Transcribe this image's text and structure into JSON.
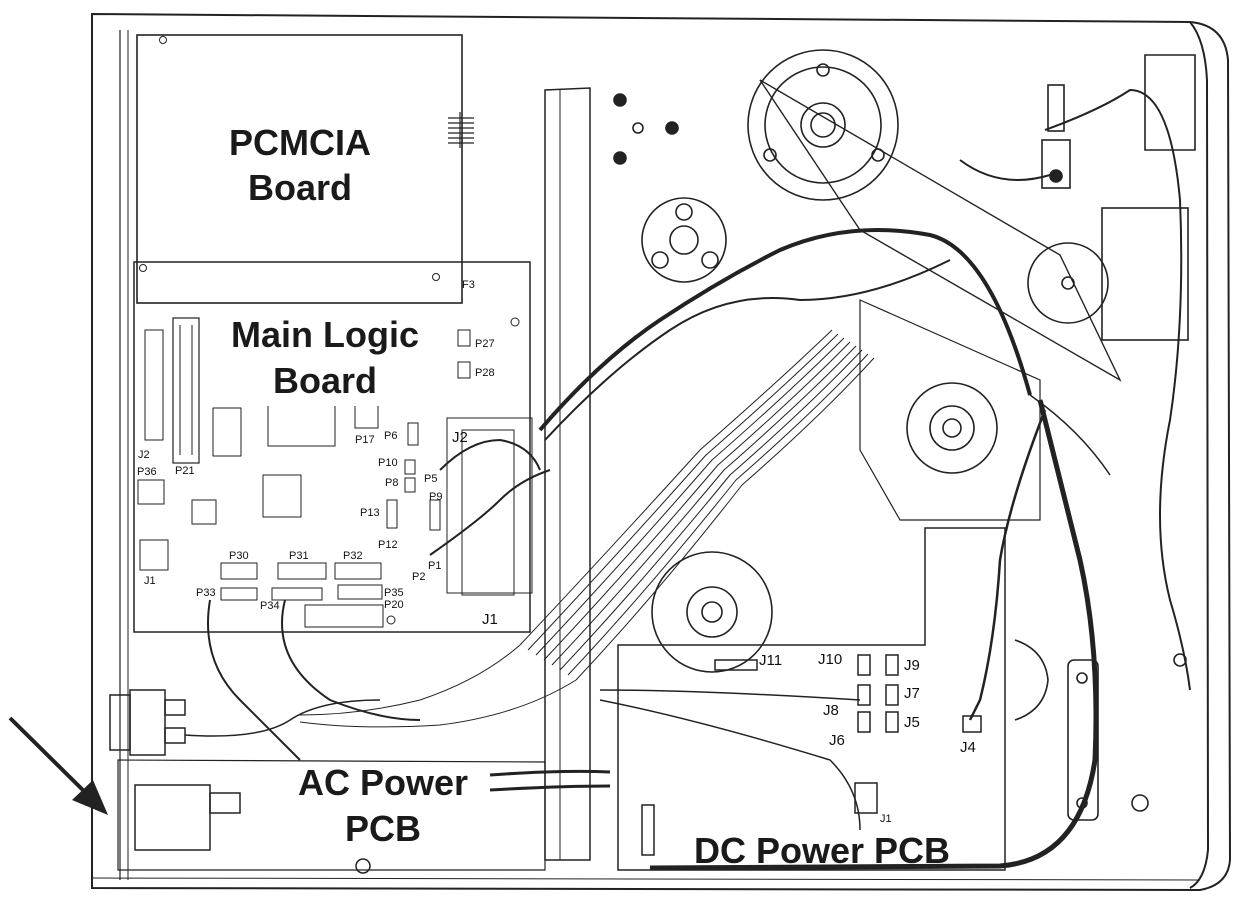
{
  "main_labels": {
    "pcmcia_line1": "PCMCIA",
    "pcmcia_line2": "Board",
    "logic_line1": "Main Logic",
    "logic_line2": "Board",
    "ac_line1": "AC Power",
    "ac_line2": "PCB",
    "dc": "DC Power PCB"
  },
  "connectors": {
    "f3": "F3",
    "p27": "P27",
    "p28": "P28",
    "j2_top": "J2",
    "j2_left": "J2",
    "p36": "P36",
    "p21": "P21",
    "p17": "P17",
    "p6": "P6",
    "p10": "P10",
    "p8": "P8",
    "p5": "P5",
    "p9": "P9",
    "p13": "P13",
    "p12": "P12",
    "p1": "P1",
    "p2": "P2",
    "j1_left": "J1",
    "p30": "P30",
    "p31": "P31",
    "p32": "P32",
    "p33": "P33",
    "p34": "P34",
    "p35": "P35",
    "p20": "P20",
    "j1_mid": "J1",
    "j11": "J11",
    "j10": "J10",
    "j9": "J9",
    "j7": "J7",
    "j8": "J8",
    "j5": "J5",
    "j6": "J6",
    "j4": "J4",
    "j1_dc": "J1"
  },
  "colors": {
    "line": "#222222",
    "text": "#1a1a1a",
    "background": "#ffffff"
  }
}
